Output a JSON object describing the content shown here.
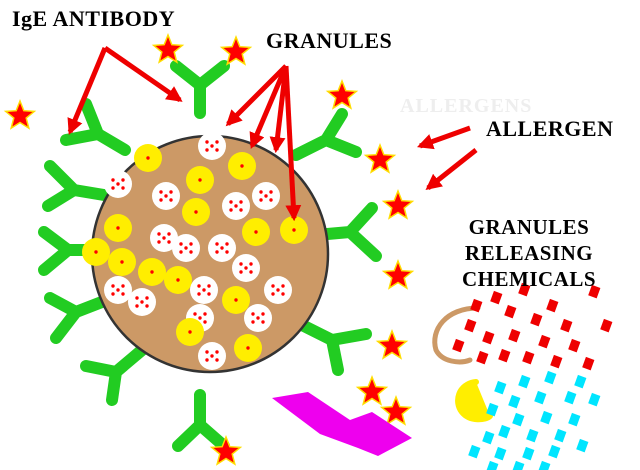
{
  "labels": {
    "ige_antibody": "IgE ANTIBODY",
    "granules": "GRANULES",
    "allergen": "ALLERGEN",
    "allergens_faint": "ALLERGENS",
    "releasing_lines": [
      "GRANULES",
      "RELEASING",
      "CHEMICALS"
    ]
  },
  "colors": {
    "cell_body": "#CC9966",
    "antibody": "#22CC22",
    "allergen_star": "#FF0000",
    "star_outline": "#FFDD00",
    "granule_white": "#FFFFFF",
    "granule_yellow": "#FFEE00",
    "granule_dots": "#FF0000",
    "arrow": "#EE0000",
    "released_red": "#EE0000",
    "released_cyan": "#00E5FF",
    "release_arrow": "#EE00EE",
    "membrane": "#CC9966"
  },
  "icons": [
    "antibody-icon",
    "allergen-star-icon",
    "granule-icon",
    "arrow-icon"
  ]
}
